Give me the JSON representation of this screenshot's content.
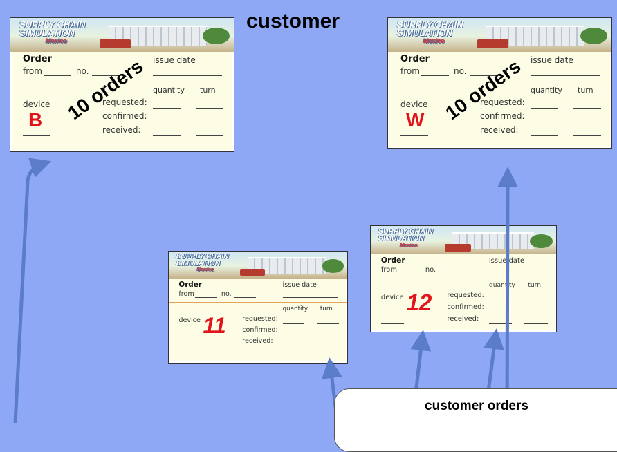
{
  "title": "customer",
  "callout": "customer orders",
  "form": {
    "logo_line1": "SUPPLY CHAIN",
    "logo_line2": "SIMULATION",
    "logo_sub": "Mexico",
    "order": "Order",
    "from": "from",
    "no": "no.",
    "issue_date": "issue date",
    "quantity": "quantity",
    "turn": "turn",
    "device": "device",
    "requested": "requested:",
    "confirmed": "confirmed:",
    "received": "received:"
  },
  "cards": [
    {
      "device_value": "B",
      "stamp": "10 orders",
      "style": "letter"
    },
    {
      "device_value": "W",
      "stamp": "10 orders",
      "style": "letter"
    },
    {
      "device_value": "11",
      "stamp": "",
      "style": "number"
    },
    {
      "device_value": "12",
      "stamp": "",
      "style": "number"
    }
  ],
  "colors": {
    "background": "#8ea8f5",
    "arrow": "#5b7cc8",
    "device_red": "#e2141b"
  },
  "icon_names": [
    "arrow-up-icon"
  ]
}
